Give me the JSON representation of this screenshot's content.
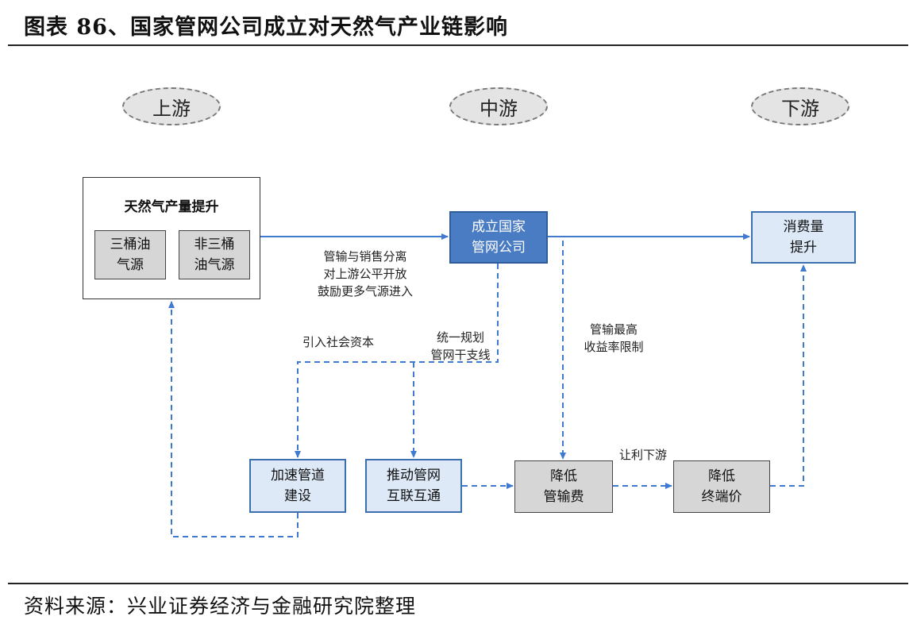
{
  "title": "图表 86、国家管网公司成立对天然气产业链影响",
  "source": "资料来源：兴业证券经济与金融研究院整理",
  "stages": {
    "upstream": "上游",
    "midstream": "中游",
    "downstream": "下游"
  },
  "nodes": {
    "gas_output": "天然气产量提升",
    "conventional": "三桶油\n气源",
    "non_conventional": "非三桶\n油气源",
    "national_pipe": "成立国家\n管网公司",
    "consumption": "消费量\n提升",
    "accelerate": "加速管道\n建设",
    "interconnect": "推动管网\n互联互通",
    "lower_transport_fee": "降低\n管输费",
    "lower_end_price": "降低\n终端价"
  },
  "labels": {
    "separation": "管输与销售分离\n对上游公平开放\n鼓励更多气源进入",
    "social_capital": "引入社会资本",
    "unified_planning": "统一规划\n管网干支线",
    "max_return": "管输最高\n收益率限制",
    "profit_downstream": "让利下游"
  },
  "colors": {
    "line": "#3f7ad0",
    "node_blue_fill": "#dde9f7",
    "node_solid_fill": "#4a7cc4",
    "node_gray_fill": "#d6d6d6",
    "ellipse_fill": "#e4e4e4"
  }
}
